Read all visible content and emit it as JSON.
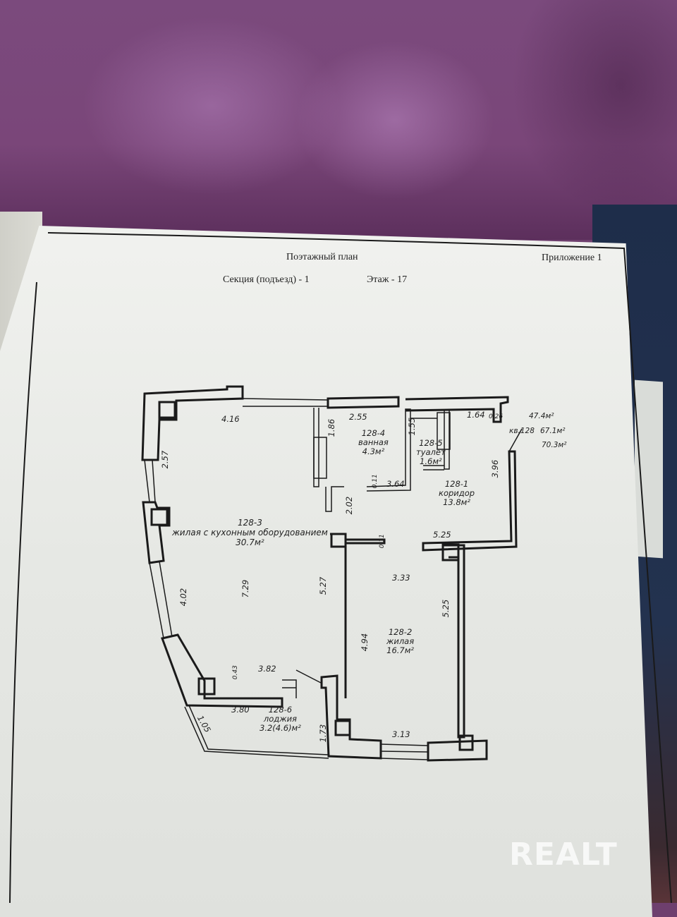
{
  "document": {
    "title": "Поэтажный план",
    "appendix": "Приложение 1",
    "section": "Секция (подъезд) - 1",
    "floor": "Этаж - 17"
  },
  "apartment": {
    "label": "кв.128",
    "areas": [
      "47.4м²",
      "67.1м²",
      "70.3м²"
    ]
  },
  "rooms": [
    {
      "id": "128-1",
      "name": "коридор",
      "area": "13.8м²"
    },
    {
      "id": "128-2",
      "name": "жилая",
      "area": "16.7м²"
    },
    {
      "id": "128-3",
      "name": "жилая с кухонным оборудованием",
      "area": "30.7м²"
    },
    {
      "id": "128-4",
      "name": "ванная",
      "area": "4.3м²"
    },
    {
      "id": "128-5",
      "name": "туалет",
      "area": "1.6м²"
    },
    {
      "id": "128-6",
      "name": "лоджия",
      "area": "3.2(4.6)м²"
    }
  ],
  "dimensions": {
    "d416": "4.16",
    "d257": "2.57",
    "d402": "4.02",
    "d729": "7.29",
    "d527": "5.27",
    "d186": "1.86",
    "d255": "2.55",
    "d202": "2.02",
    "d011a": "0.11",
    "d364": "3.64",
    "d155": "1.55",
    "d164": "1.64",
    "d026": "0.26",
    "d396": "3.96",
    "d525a": "5.25",
    "d011b": "0.11",
    "d333": "3.33",
    "d494": "4.94",
    "d525b": "5.25",
    "d043": "0.43",
    "d382": "3.82",
    "d380": "3.80",
    "d105": "1.05",
    "d173": "1.73",
    "d313": "3.13"
  },
  "watermark": "REALT",
  "colors": {
    "ink": "#1a1a1a",
    "paper": "#eceeea",
    "fabric": "#7a4679"
  }
}
